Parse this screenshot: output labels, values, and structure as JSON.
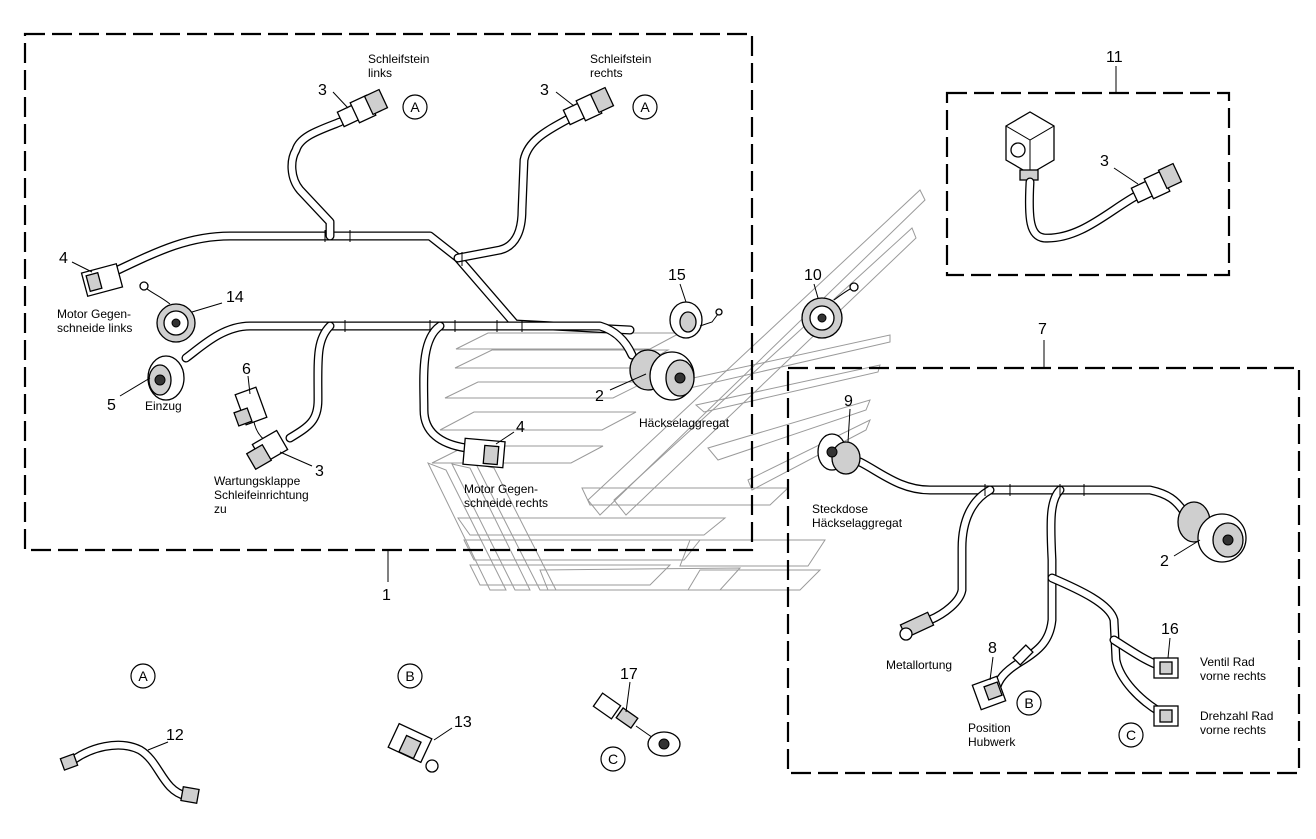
{
  "diagram": {
    "groups": [
      {
        "number": "1"
      },
      {
        "number": "7"
      },
      {
        "number": "11"
      }
    ],
    "part_numbers": {
      "p3_left": "3",
      "p3_right": "3",
      "p4_left": "4",
      "p14": "14",
      "p5": "5",
      "p6": "6",
      "p3_wartung": "3",
      "p4_right": "4",
      "p2_main": "2",
      "p15": "15",
      "p10": "10",
      "p3_11": "3",
      "p9": "9",
      "p2_7": "2",
      "p8": "8",
      "p16": "16",
      "p12": "12",
      "p13": "13",
      "p17": "17"
    },
    "labels": {
      "schleifstein_links": [
        "Schleifstein",
        "links"
      ],
      "schleifstein_rechts": [
        "Schleifstein",
        "rechts"
      ],
      "motor_links": [
        "Motor Gegen-",
        "schneide links"
      ],
      "einzug": "Einzug",
      "wartung": [
        "Wartungsklappe",
        "Schleifeinrichtung",
        "zu"
      ],
      "motor_rechts": [
        "Motor Gegen-",
        "schneide rechts"
      ],
      "haecksel": "Häckselaggregat",
      "steckdose": [
        "Steckdose",
        "Häckselaggregat"
      ],
      "metallortung": "Metallortung",
      "position": [
        "Position",
        "Hubwerk"
      ],
      "ventil": [
        "Ventil Rad",
        "vorne rechts"
      ],
      "drehzahl": [
        "Drehzahl Rad",
        "vorne rechts"
      ]
    },
    "callouts": {
      "a1": "A",
      "a2": "A",
      "b1": "B",
      "c1": "C",
      "a_detail": "A",
      "b_detail": "B",
      "c_detail": "C"
    }
  }
}
